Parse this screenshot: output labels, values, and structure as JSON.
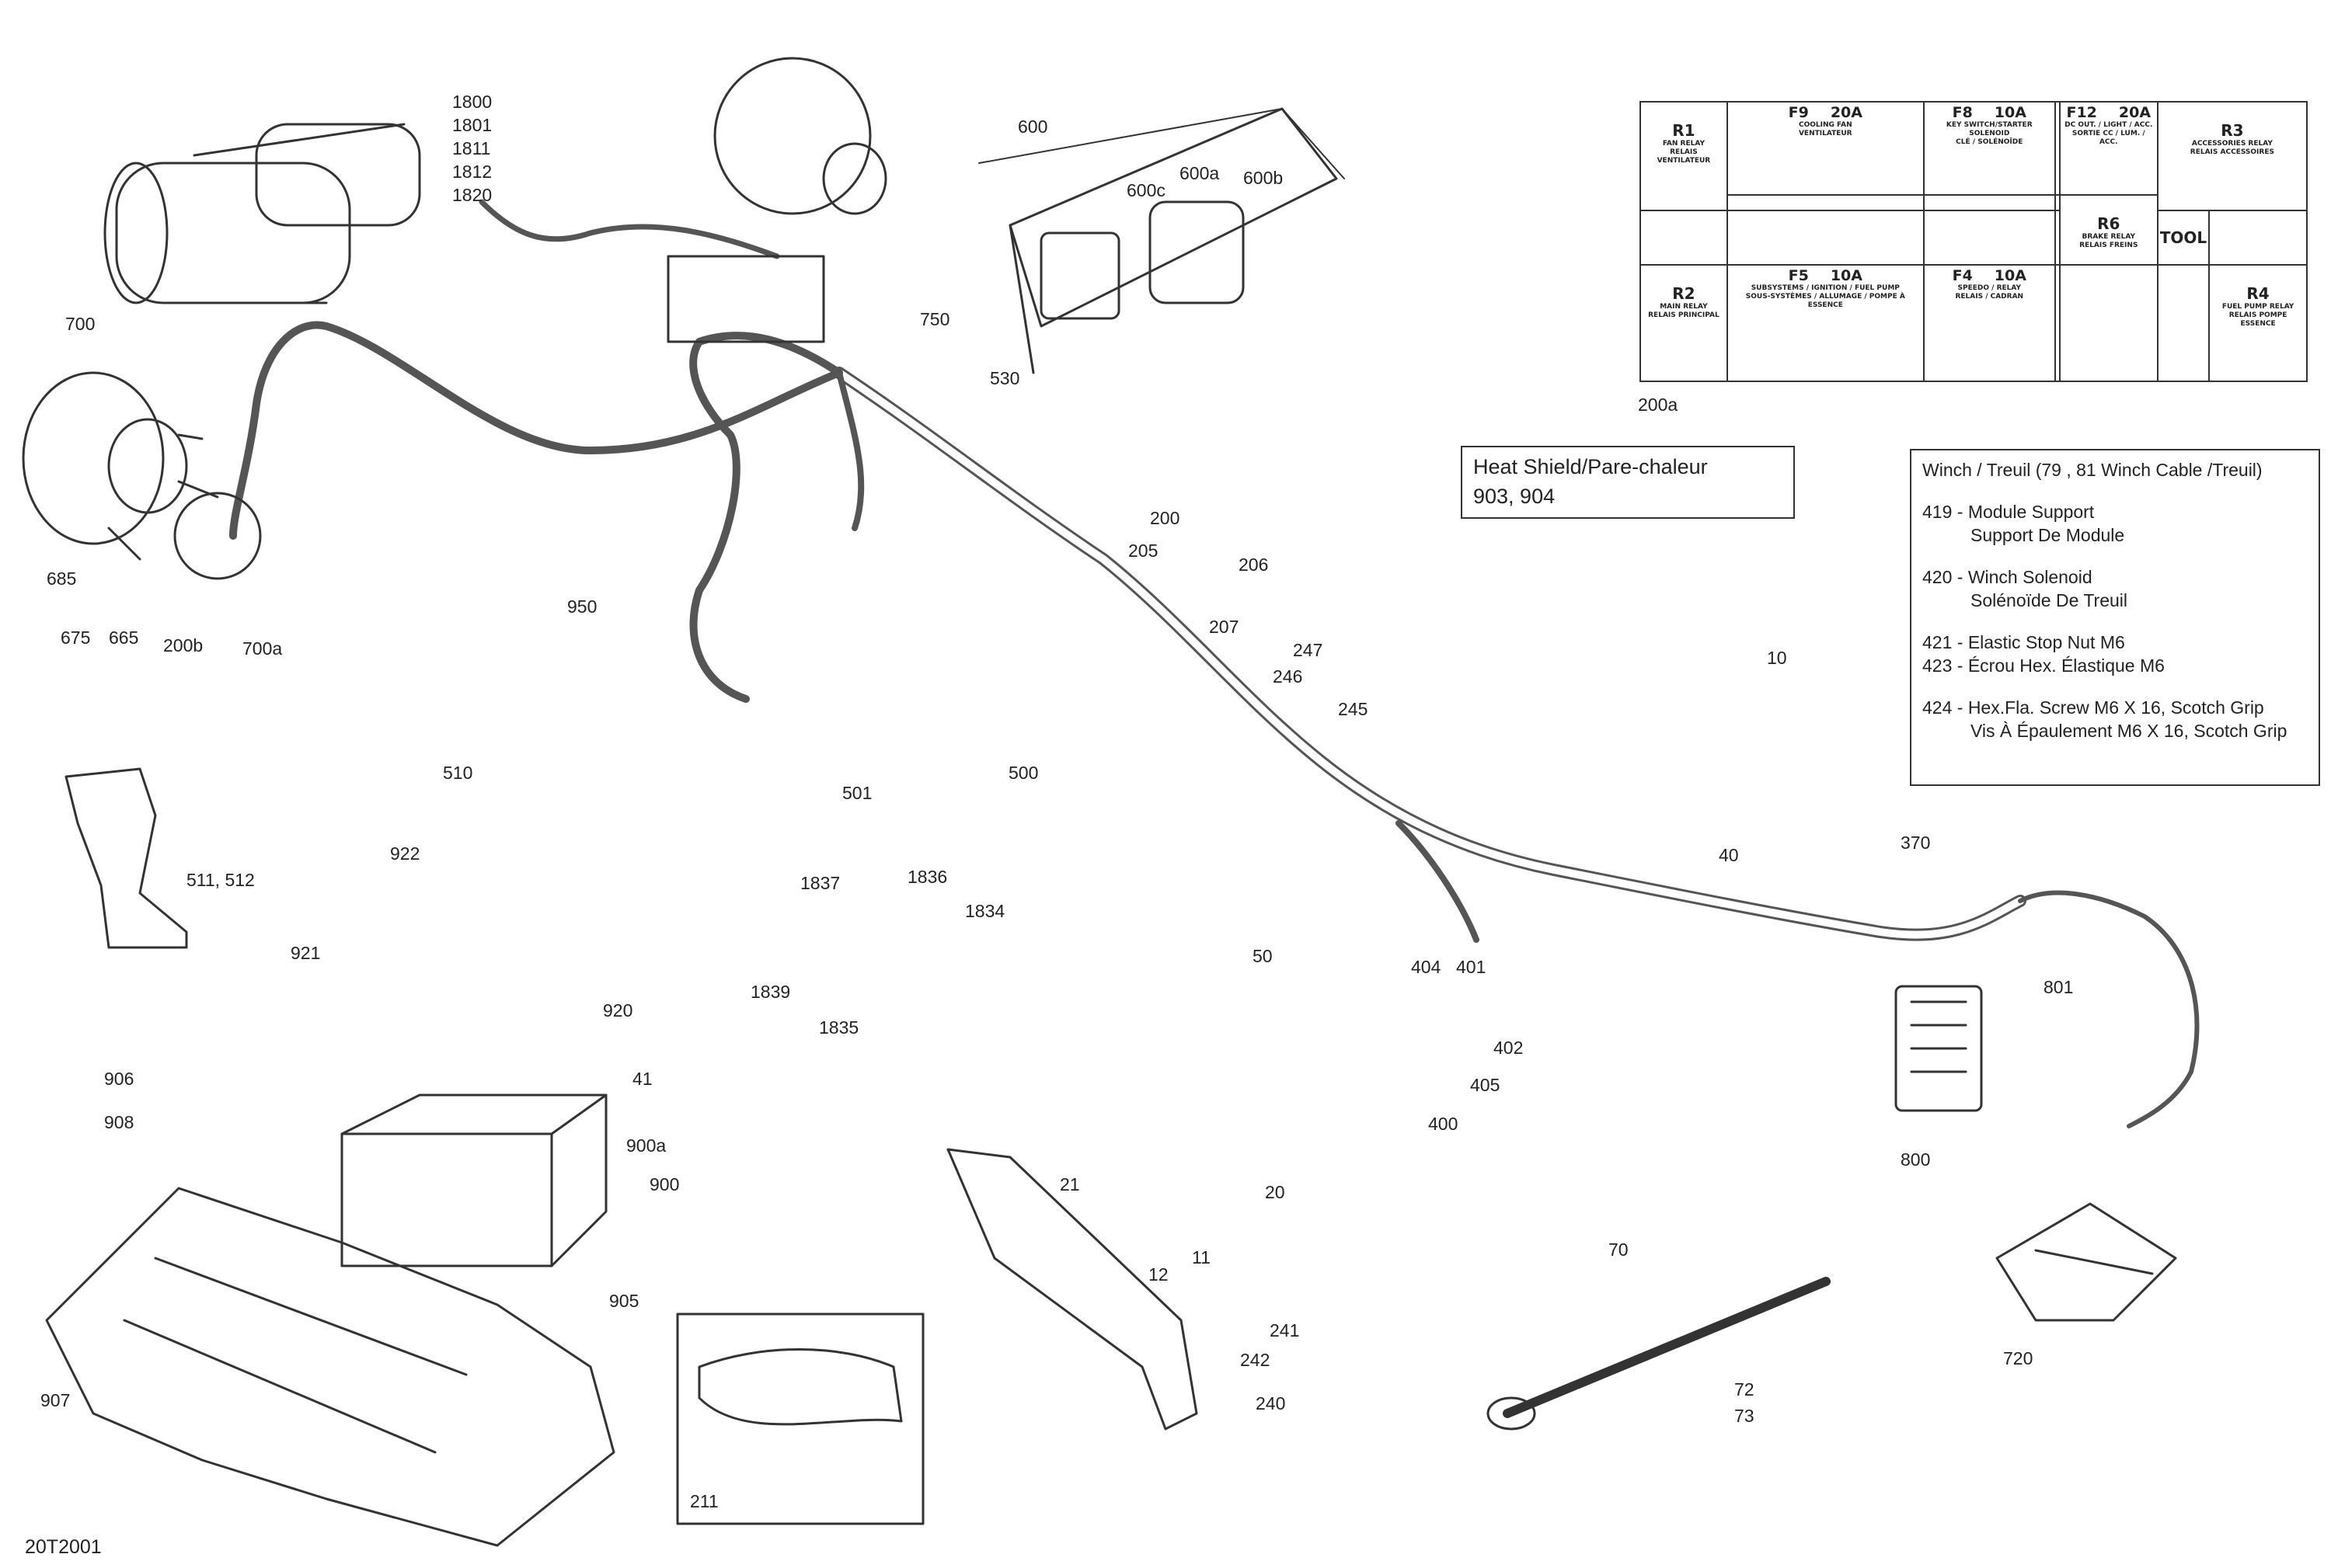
{
  "figure_id": "20T2001",
  "callouts": [
    "1800",
    "1801",
    "1811",
    "1812",
    "1820",
    "600",
    "600c",
    "600a",
    "600b",
    "750",
    "530",
    "700",
    "685",
    "675",
    "665",
    "200b",
    "700a",
    "950",
    "200",
    "205",
    "206",
    "207",
    "247",
    "246",
    "245",
    "510",
    "511, 512",
    "501",
    "500",
    "10",
    "40",
    "370",
    "922",
    "921",
    "920",
    "1836",
    "1837",
    "1834",
    "1839",
    "1835",
    "50",
    "404",
    "401",
    "402",
    "405",
    "400",
    "801",
    "800",
    "906",
    "908",
    "41",
    "900a",
    "900",
    "905",
    "907",
    "211",
    "21",
    "20",
    "11",
    "12",
    "241",
    "242",
    "240",
    "70",
    "72",
    "73",
    "720"
  ],
  "fuse_box": {
    "label": "200a",
    "relays": [
      {
        "code": "R1",
        "name": "FAN RELAY",
        "name_fr": "RELAIS VENTILATEUR"
      },
      {
        "code": "R2",
        "name": "MAIN RELAY",
        "name_fr": "RELAIS PRINCIPAL"
      },
      {
        "code": "R3",
        "name": "ACCESSORIES RELAY",
        "name_fr": "RELAIS ACCESSOIRES"
      },
      {
        "code": "R4",
        "name": "FUEL PUMP RELAY",
        "name_fr": "RELAIS POMPE ESSENCE"
      },
      {
        "code": "R6",
        "name": "BRAKE RELAY",
        "name_fr": "RELAIS FREINS"
      }
    ],
    "fuses": [
      {
        "code": "F9",
        "amp": "20A",
        "name": "COOLING FAN",
        "name_fr": "VENTILATEUR"
      },
      {
        "code": "F8",
        "amp": "10A",
        "name": "KEY SWITCH/STARTER SOLENOID",
        "name_fr": "CLÉ / SOLÉNOÏDE"
      },
      {
        "code": "F12",
        "amp": "20A",
        "name": "DC OUT. / LIGHT / ACC.",
        "name_fr": "SORTIE CC / LUM. / ACC."
      },
      {
        "code": "F5",
        "amp": "10A",
        "name": "SUBSYSTEMS / IGNITION / FUEL PUMP",
        "name_fr": "SOUS-SYSTÈMES / ALLUMAGE / POMPE À ESSENCE"
      },
      {
        "code": "F4",
        "amp": "10A",
        "name": "SPEEDO / RELAY",
        "name_fr": "RELAIS / CADRAN"
      }
    ],
    "tool": "TOOL"
  },
  "heat_shield": {
    "line1": "Heat Shield/Pare-chaleur",
    "line2": "903, 904"
  },
  "winch_note": {
    "title": "Winch / Treuil (79 , 81 Winch Cable /Treuil)",
    "items": [
      {
        "en": "419 - Module Support",
        "fr": "Support De Module"
      },
      {
        "en": "420 - Winch Solenoid",
        "fr": "Solénoïde De Treuil"
      },
      {
        "en": "421 - Elastic Stop Nut M6",
        "fr": "423 -  Écrou Hex. Élastique M6"
      },
      {
        "en": "424 - Hex.Fla. Screw M6 X 16, Scotch Grip",
        "fr": "Vis À Épaulement M6 X 16, Scotch Grip"
      }
    ]
  }
}
